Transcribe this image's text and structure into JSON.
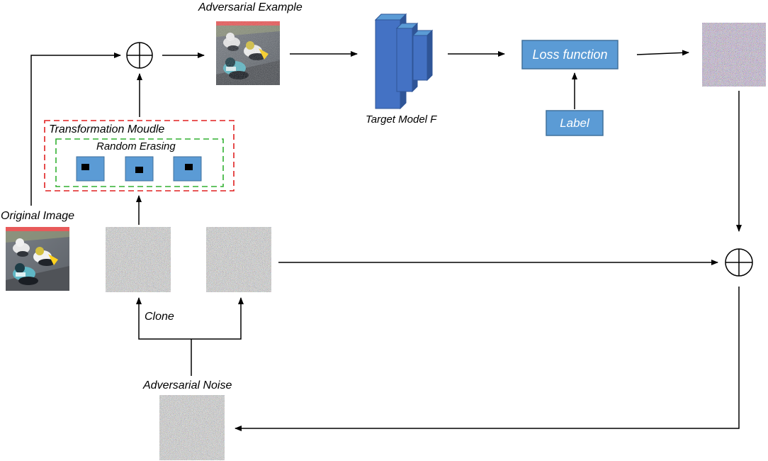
{
  "labels": {
    "adversarial_example": "Adversarial Example",
    "target_model": "Target Model F",
    "loss_function": "Loss function",
    "label": "Label",
    "transformation_module": "Transformation Moudle",
    "random_erasing": "Random Erasing",
    "original_image": "Original Image",
    "clone": "Clone",
    "adversarial_noise": "Adversarial Noise"
  },
  "colors": {
    "box_blue": "#5b9bd5",
    "box_border": "#41719c",
    "model_dark": "#2f5597",
    "model_mid": "#4472c4",
    "transformation_border": "#e02020",
    "erasing_border": "#30b030",
    "arrow": "#000000"
  },
  "icons": {
    "sum_node": "circled-plus-icon",
    "image_thumbnail": "photo-thumbnail-icon",
    "noise_patch": "noise-texture-icon"
  }
}
